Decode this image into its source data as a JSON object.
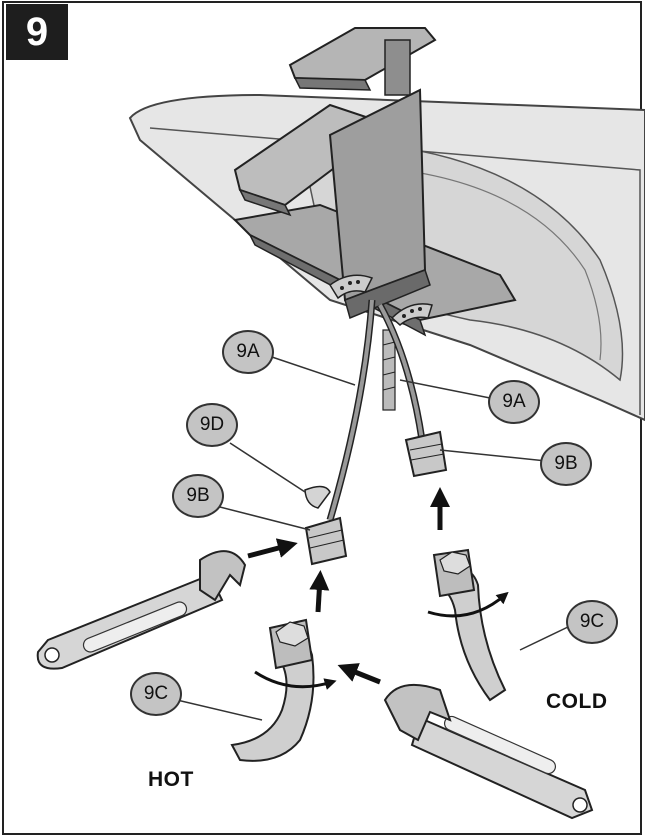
{
  "step": {
    "number": "9"
  },
  "callouts": {
    "hose_left": "9A",
    "hose_right": "9A",
    "washer": "9D",
    "nut_left": "9B",
    "nut_right": "9B",
    "supply_cold": "9C",
    "supply_hot": "9C"
  },
  "labels": {
    "hot": "HOT",
    "cold": "COLD"
  },
  "colors": {
    "badge": "#1e1e1e",
    "callout_fill": "#c4c4c4",
    "part_fill": "#cfcfcf",
    "line": "#333333"
  }
}
